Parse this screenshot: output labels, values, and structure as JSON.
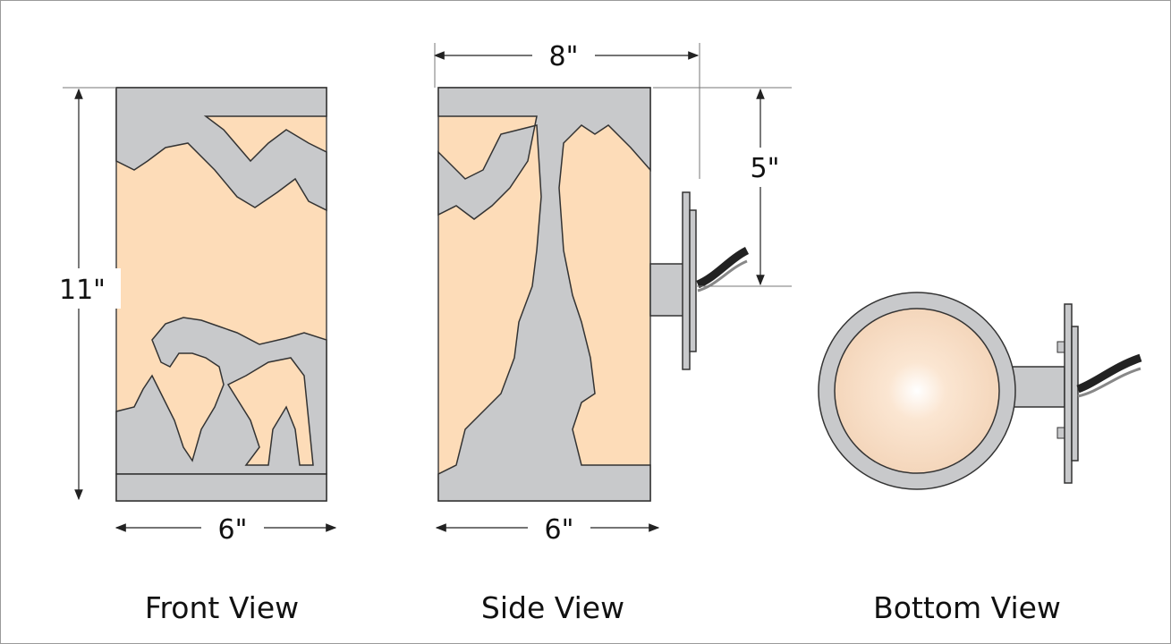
{
  "colors": {
    "metal": "#c8c9cb",
    "shade": "#fddcb8",
    "outline": "#333333"
  },
  "dimensions": {
    "front_height": "11\"",
    "front_width": "6\"",
    "side_depth": "8\"",
    "side_width": "6\"",
    "mount_height": "5\""
  },
  "labels": {
    "front": "Front View",
    "side": "Side View",
    "bottom": "Bottom View"
  }
}
